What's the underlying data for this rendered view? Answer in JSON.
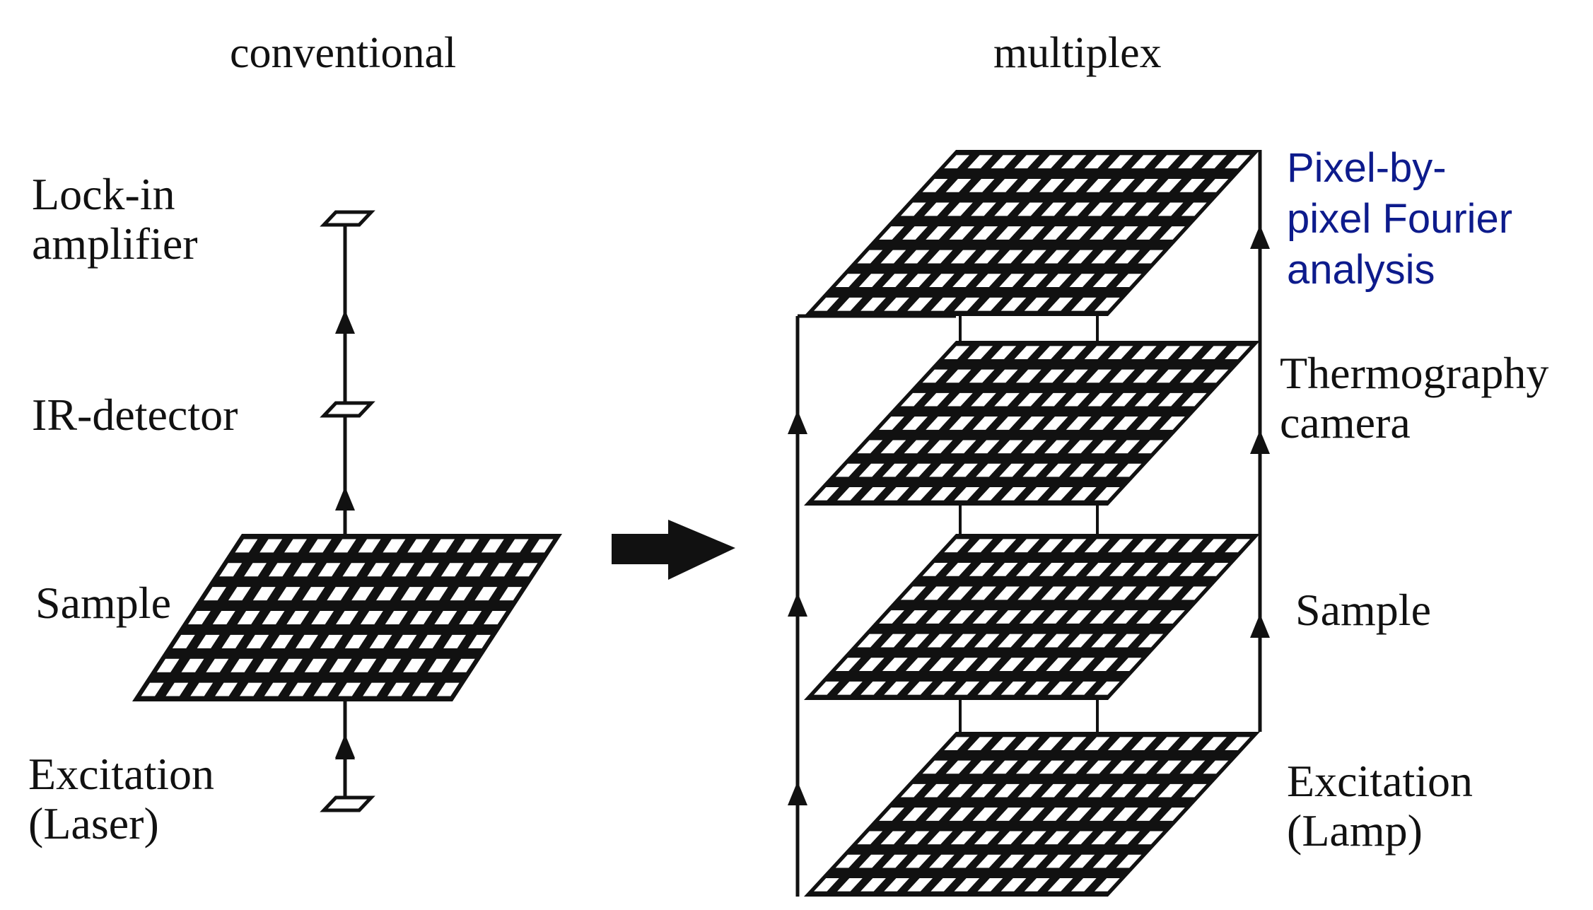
{
  "conventional": {
    "title": "conventional",
    "lockin": [
      "Lock-in",
      "amplifier"
    ],
    "detector": "IR-detector",
    "sample": "Sample",
    "excitation": [
      "Excitation",
      "(Laser)"
    ]
  },
  "multiplex": {
    "title": "multiplex",
    "fourier": [
      "Pixel-by-",
      "pixel Fourier",
      "analysis"
    ],
    "camera": [
      "Thermography",
      "camera"
    ],
    "sample": "Sample",
    "excitation": [
      "Excitation",
      "(Lamp)"
    ]
  },
  "colors": {
    "line": "#111111",
    "cell": "#ffffff",
    "blue_text": "#0d1b8c"
  }
}
